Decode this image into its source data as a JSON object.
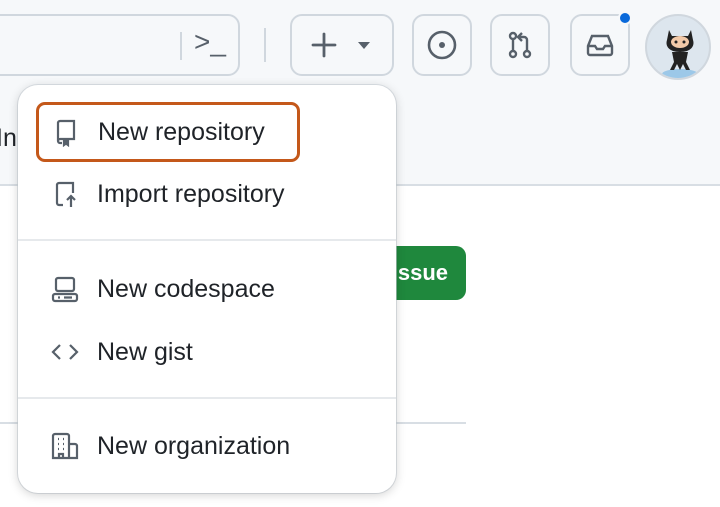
{
  "header": {
    "terminal_glyph": ">_",
    "create_button_icon": "plus-icon",
    "issues_icon": "issue-opened-icon",
    "pulls_icon": "git-pull-request-icon",
    "inbox_icon": "inbox-icon",
    "notification_color": "#0969da",
    "avatar": "octocat-avatar"
  },
  "background": {
    "partial_text": "In",
    "green_button_label": "ssue",
    "green_color": "#1f883d"
  },
  "menu": {
    "highlight_color": "#c4581a",
    "items": [
      {
        "label": "New repository",
        "icon": "repo-icon",
        "highlighted": true
      },
      {
        "label": "Import repository",
        "icon": "repo-push-icon"
      },
      {
        "label": "New codespace",
        "icon": "codespaces-icon"
      },
      {
        "label": "New gist",
        "icon": "code-icon"
      },
      {
        "label": "New organization",
        "icon": "organization-icon"
      }
    ]
  }
}
